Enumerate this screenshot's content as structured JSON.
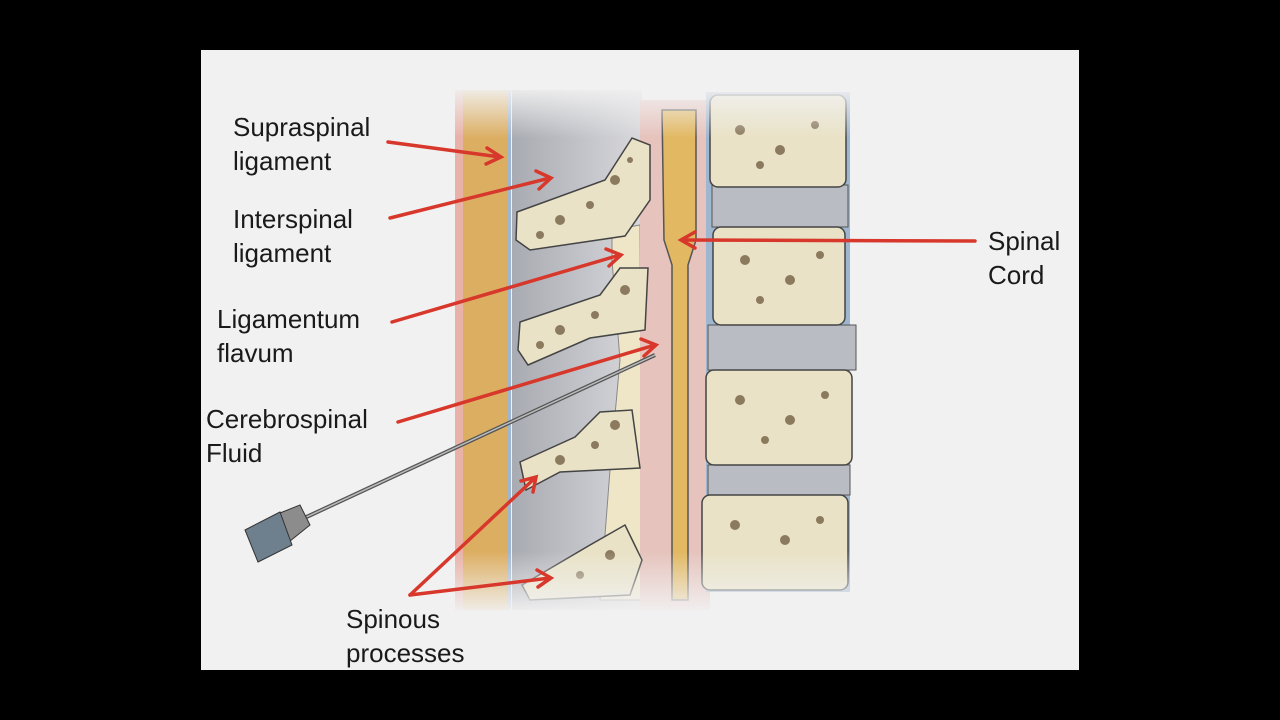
{
  "labels": {
    "supraspinal": {
      "line1": "Supraspinal",
      "line2": "ligament"
    },
    "interspinal": {
      "line1": "Interspinal",
      "line2": "ligament"
    },
    "flavum": {
      "line1": "Ligamentum",
      "line2": "flavum"
    },
    "csf": {
      "line1": "Cerebrospinal",
      "line2": "Fluid"
    },
    "cord": {
      "line1": "Spinal",
      "line2": "Cord"
    },
    "spinous": {
      "line1": "Spinous",
      "line2": "processes"
    }
  },
  "colors": {
    "arrow": "#d8382b",
    "bone": "#e9e2c6",
    "fat": "#dcae62",
    "disc": "#b9bcc3",
    "cord": "#e2b862"
  }
}
